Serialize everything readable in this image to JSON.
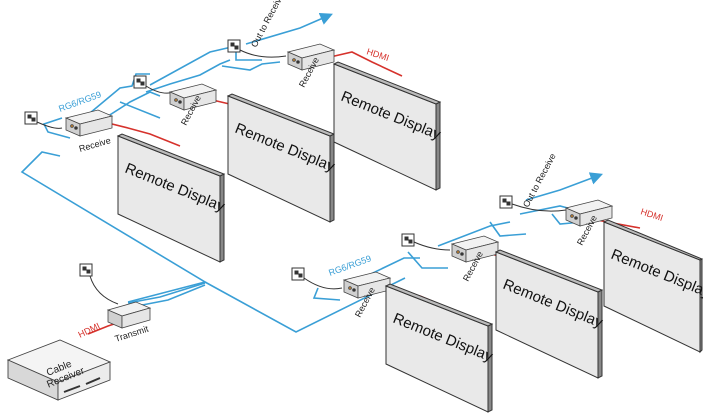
{
  "colors": {
    "coax": "#3a9fd6",
    "hdmi": "#d6322c",
    "power": "#333333",
    "device": "#e6e6e6",
    "display_face": "#e9e9e9"
  },
  "labels": {
    "out_to_receive": "Out to Receive",
    "hdmi": "HDMI",
    "coax": "RG6/RG59",
    "receive": "Receive",
    "transmit": "Transmit",
    "remote_display": "Remote Display",
    "cable_receiver_line1": "Cable",
    "cable_receiver_line2": "Receiver"
  }
}
